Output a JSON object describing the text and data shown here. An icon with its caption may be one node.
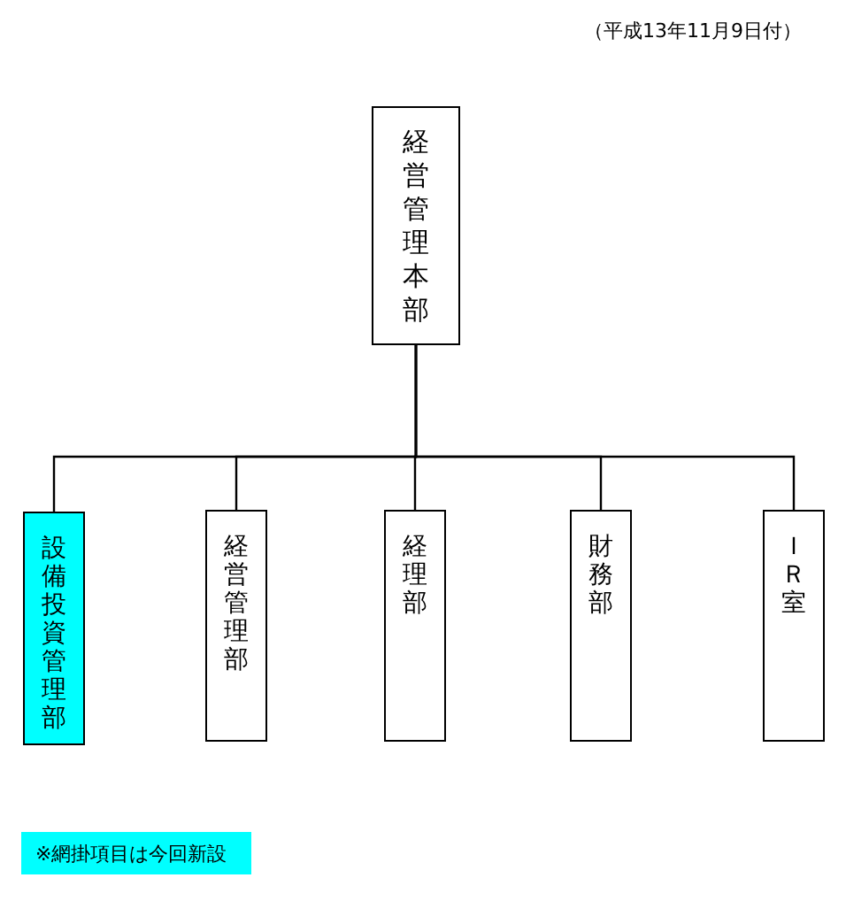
{
  "diagram": {
    "nodes": [
      {
        "text": [
          "経営管理本部"
        ]
      },
      {
        "text": [
          "設備投資管理部"
        ]
      },
      {
        "text": [
          "経営管理部"
        ]
      },
      {
        "text": [
          "経理部"
        ]
      },
      {
        "text": [
          "財務部"
        ]
      },
      {
        "text": [
          "ＩＲ室"
        ]
      }
    ],
    "edges": [
      {
        "from": 0,
        "to": 1,
        "arrow": "none"
      },
      {
        "from": 0,
        "to": 2,
        "arrow": "none"
      },
      {
        "from": 0,
        "to": 3,
        "arrow": "none"
      },
      {
        "from": 0,
        "to": 4,
        "arrow": "none"
      },
      {
        "from": 0,
        "to": 5,
        "arrow": "none"
      }
    ],
    "labels": [
      "（平成13年11月9日付）"
    ],
    "legend": [
      {
        "text": "※網掛項目は今回新設",
        "color": "#00ffff"
      }
    ]
  }
}
